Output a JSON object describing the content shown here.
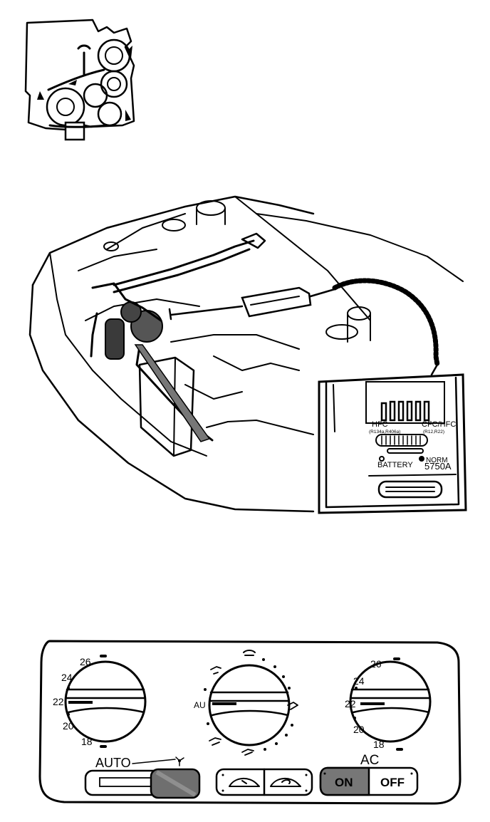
{
  "leak_detector": {
    "mode_hfc": "HFC",
    "mode_hfc_sub": "(R134a,R406a)",
    "mode_cfc": "CFC/HFC",
    "mode_cfc_sub": "(R12,R22)",
    "indicator_battery": "BATTERY",
    "indicator_norm": "NORM",
    "model": "5750A"
  },
  "climate_panel": {
    "left_dial_ticks": [
      "26",
      "24",
      "22",
      "20",
      "18"
    ],
    "right_dial_ticks": [
      "26",
      "24",
      "22",
      "20",
      "18"
    ],
    "center_dial_label": "AU",
    "auto_label": "AUTO",
    "ac_label": "AC",
    "ac_on": "ON",
    "ac_off": "OFF"
  }
}
